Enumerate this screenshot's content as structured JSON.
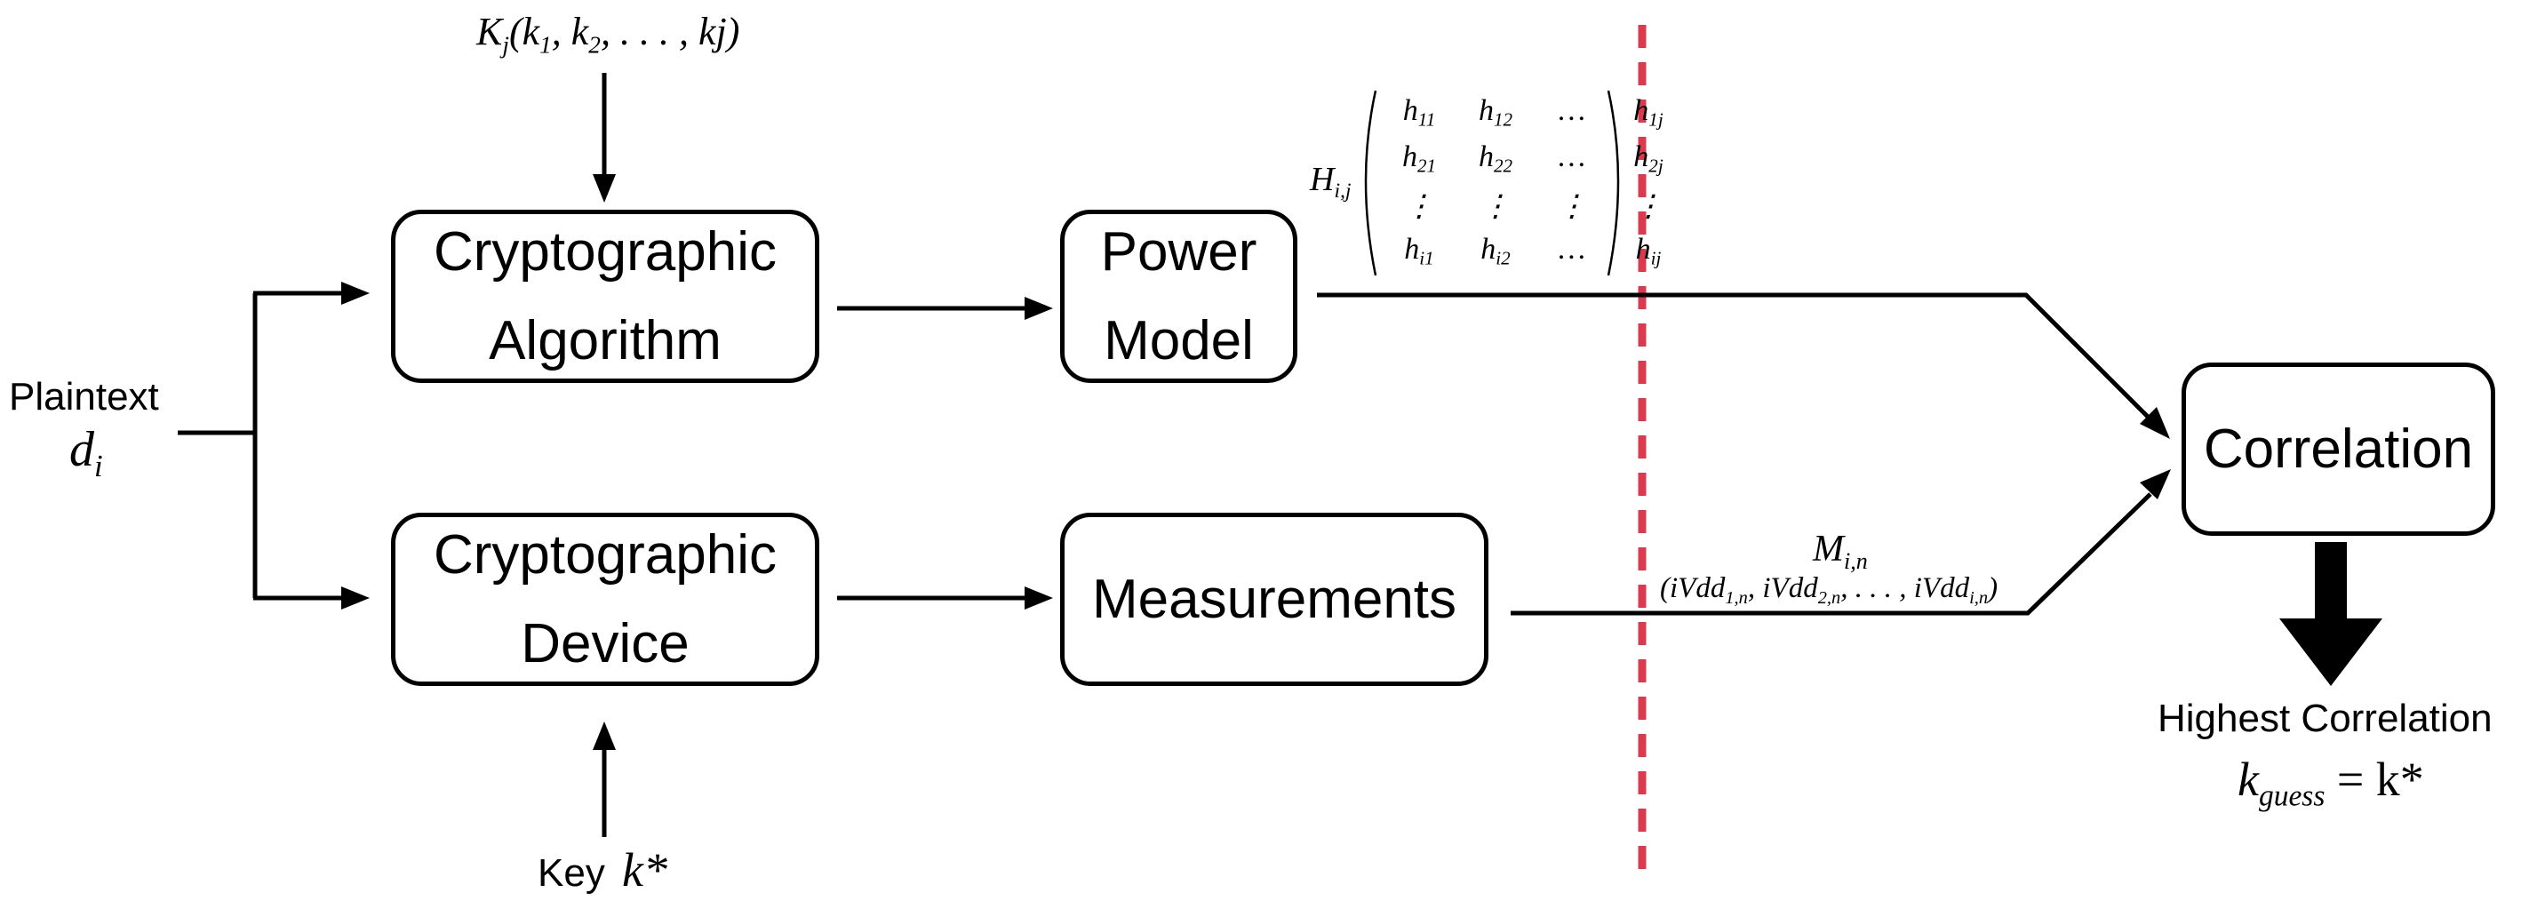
{
  "diagram": {
    "key_set": {
      "K": "K",
      "K_sub": "j",
      "args": "(k",
      "a1": "1",
      "sep": ", k",
      "a2": "2",
      "rest": ", . . . , kj)"
    },
    "boxes": {
      "crypto_algorithm": [
        "Cryptographic",
        "Algorithm"
      ],
      "power_model": [
        "Power",
        "Model"
      ],
      "crypto_device": [
        "Cryptographic",
        "Device"
      ],
      "measurements": [
        "Measurements"
      ],
      "correlation": [
        "Correlation"
      ]
    },
    "plaintext": {
      "label": "Plaintext",
      "var": "d",
      "var_sub": "i"
    },
    "key": {
      "label": "Key",
      "var": "k*"
    },
    "hypothesis": {
      "name": "H",
      "name_sub": "i,j",
      "rows": [
        [
          [
            "h",
            "11"
          ],
          [
            "h",
            "12"
          ],
          [
            "…",
            ""
          ],
          [
            "h",
            "1j"
          ]
        ],
        [
          [
            "h",
            "21"
          ],
          [
            "h",
            "22"
          ],
          [
            "…",
            ""
          ],
          [
            "h",
            "2j"
          ]
        ],
        [
          [
            "⋮",
            ""
          ],
          [
            "⋮",
            ""
          ],
          [
            "⋮",
            ""
          ],
          [
            "⋮",
            ""
          ]
        ],
        [
          [
            "h",
            "i1"
          ],
          [
            "h",
            "i2"
          ],
          [
            "…",
            ""
          ],
          [
            "h",
            "ij"
          ]
        ]
      ]
    },
    "measure_set": {
      "name": "M",
      "name_sub": "i,n",
      "open": "(iVdd",
      "s1": "1,n",
      "c1": ", iVdd",
      "s2": "2,n",
      "mid": ", . . . , iVdd",
      "s3": "i,n",
      "close": ")"
    },
    "result": {
      "label": "Highest Correlation",
      "var": "k",
      "var_sub": "guess",
      "eq": " = k*"
    },
    "colors": {
      "ink": "#000000",
      "divider": "#d93a4e"
    }
  }
}
